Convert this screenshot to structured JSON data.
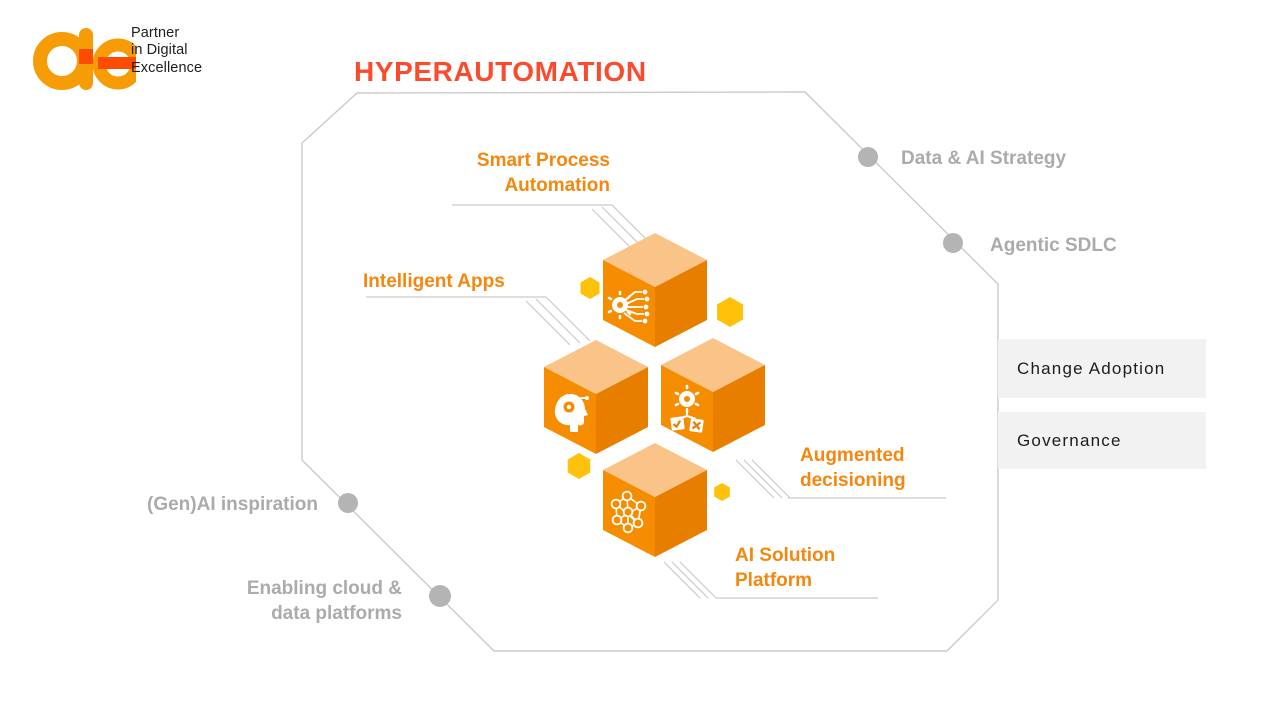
{
  "brand": {
    "logo_mark": "ae",
    "logo_icon": "ae-logo-icon",
    "tagline": [
      "Partner",
      "in Digital",
      "Excellence"
    ]
  },
  "title": "HYPERAUTOMATION",
  "cubes": [
    {
      "label": "Smart Process Automation",
      "icon": "automation-chip-icon"
    },
    {
      "label": "Intelligent Apps",
      "icon": "cognitive-head-icon"
    },
    {
      "label": "Augmented decisioning",
      "icon": "decision-gear-icon"
    },
    {
      "label": "AI Solution Platform",
      "icon": "neural-network-icon"
    }
  ],
  "ring_labels": [
    "Data & AI Strategy",
    "Agentic SDLC",
    "(Gen)AI inspiration",
    "Enabling cloud & data platforms"
  ],
  "side_boxes": [
    "Change Adoption",
    "Governance"
  ],
  "colors": {
    "title_red": "#FB4B2E",
    "label_orange": "#F5870F",
    "label_gray": "#ABABAB",
    "cube_top": "#FAC489",
    "cube_left": "#F68C00",
    "cube_right": "#E87E00",
    "hexagon_yellow": "#FFC10A",
    "outline_gray": "#CBCBCB",
    "dot_gray": "#B4B4B4",
    "box_bg": "#F2F2F2"
  }
}
